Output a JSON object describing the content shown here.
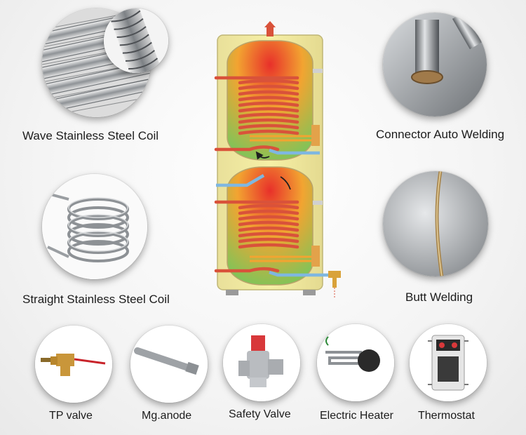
{
  "features": {
    "wave_coil": "Wave Stainless Steel Coil",
    "straight_coil": "Straight Stainless Steel Coil",
    "connector_welding": "Connector Auto Welding",
    "butt_welding": "Butt Welding"
  },
  "accessories": [
    {
      "label": "TP valve"
    },
    {
      "label": "Mg.anode"
    },
    {
      "label": "Safety Valve"
    },
    {
      "label": "Electric Heater"
    },
    {
      "label": "Thermostat"
    }
  ],
  "colors": {
    "tank_shell": "#f6f0a6",
    "hot_water": "#e8302a",
    "warm_water": "#f2a431",
    "cold_water": "#7bc55a",
    "coil": "#d9523a",
    "steel": "#b9bcc0"
  }
}
